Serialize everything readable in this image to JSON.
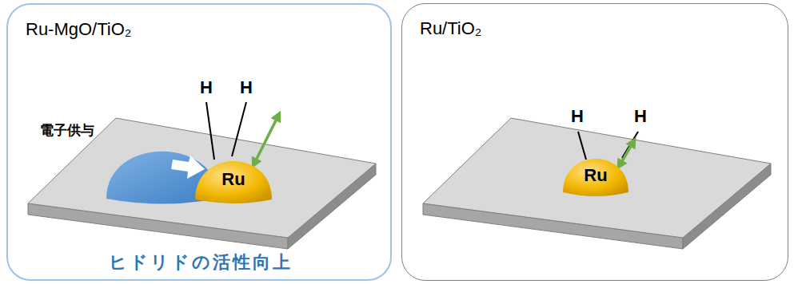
{
  "diagram": {
    "nodes": [
      {
        "text": [
          "Ru-MgO/TiO₂",
          "ヒドリドの活性向上"
        ]
      },
      {
        "text": [
          "Ru"
        ],
        "in": 0
      },
      {
        "text": [
          "Ru/TiO₂"
        ]
      },
      {
        "text": [
          "Ru"
        ],
        "in": 2
      }
    ],
    "labels": [
      "電子供与",
      "H",
      "H",
      "H",
      "H"
    ]
  }
}
